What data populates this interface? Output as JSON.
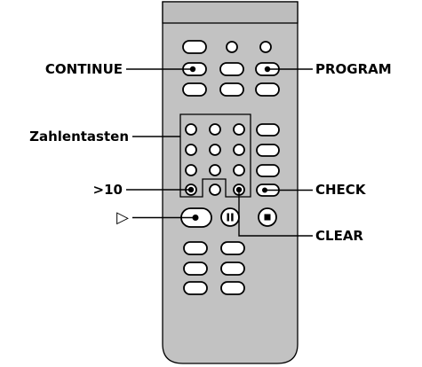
{
  "labels": {
    "continue": "CONTINUE",
    "program": "PROGRAM",
    "number_keys": "Zahlentasten",
    "plus10": ">10",
    "play_symbol": "▷",
    "check": "CHECK",
    "clear": "CLEAR"
  },
  "colors": {
    "remote_body": "#c2c2c2",
    "outline": "#000000",
    "button_fill": "#ffffff"
  }
}
